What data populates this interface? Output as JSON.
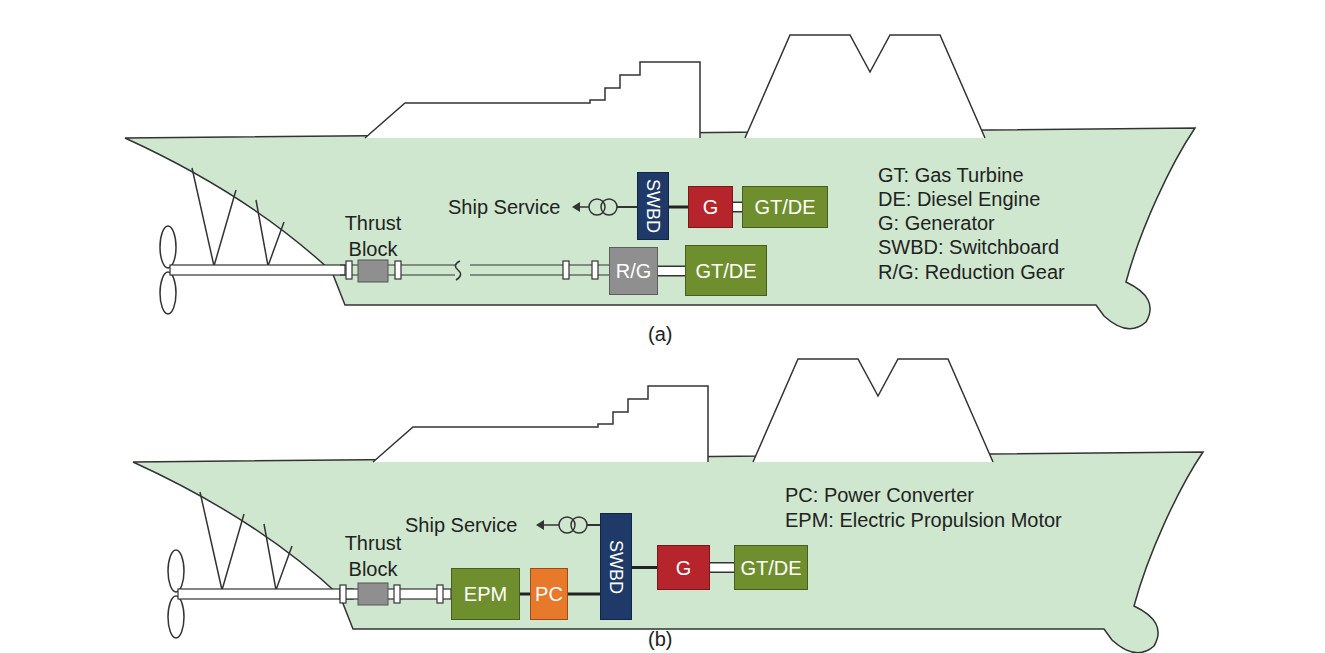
{
  "diagram": {
    "nodes": [
      {
        "text": [
          "SWBD"
        ]
      },
      {
        "text": [
          "G"
        ]
      },
      {
        "text": [
          "GT/DE"
        ]
      },
      {
        "text": [
          "R/G"
        ]
      },
      {
        "text": [
          "GT/DE"
        ]
      },
      {
        "text": [
          "EPM"
        ]
      },
      {
        "text": [
          "PC"
        ]
      },
      {
        "text": [
          "SWBD"
        ]
      },
      {
        "text": [
          "G"
        ]
      },
      {
        "text": [
          "GT/DE"
        ]
      }
    ],
    "edges": [
      {
        "from": 0,
        "to": 1,
        "arrow": "none"
      },
      {
        "from": 1,
        "to": 2,
        "arrow": "none"
      },
      {
        "from": 3,
        "to": 4,
        "arrow": "none"
      },
      {
        "from": 5,
        "to": 6,
        "arrow": "none"
      },
      {
        "from": 6,
        "to": 7,
        "arrow": "none"
      },
      {
        "from": 7,
        "to": 8,
        "arrow": "none"
      },
      {
        "from": 8,
        "to": 9,
        "arrow": "none"
      }
    ],
    "labels": [
      "Ship Service",
      "Thrust Block",
      "(a)",
      "GT: Gas Turbine",
      "DE: Diesel Engine",
      "G: Generator",
      "SWBD: Switchboard",
      "R/G: Reduction Gear",
      "Ship Service",
      "Thrust Block",
      "(b)",
      "PC: Power Converter",
      "EPM: Electric Propulsion Motor"
    ]
  }
}
